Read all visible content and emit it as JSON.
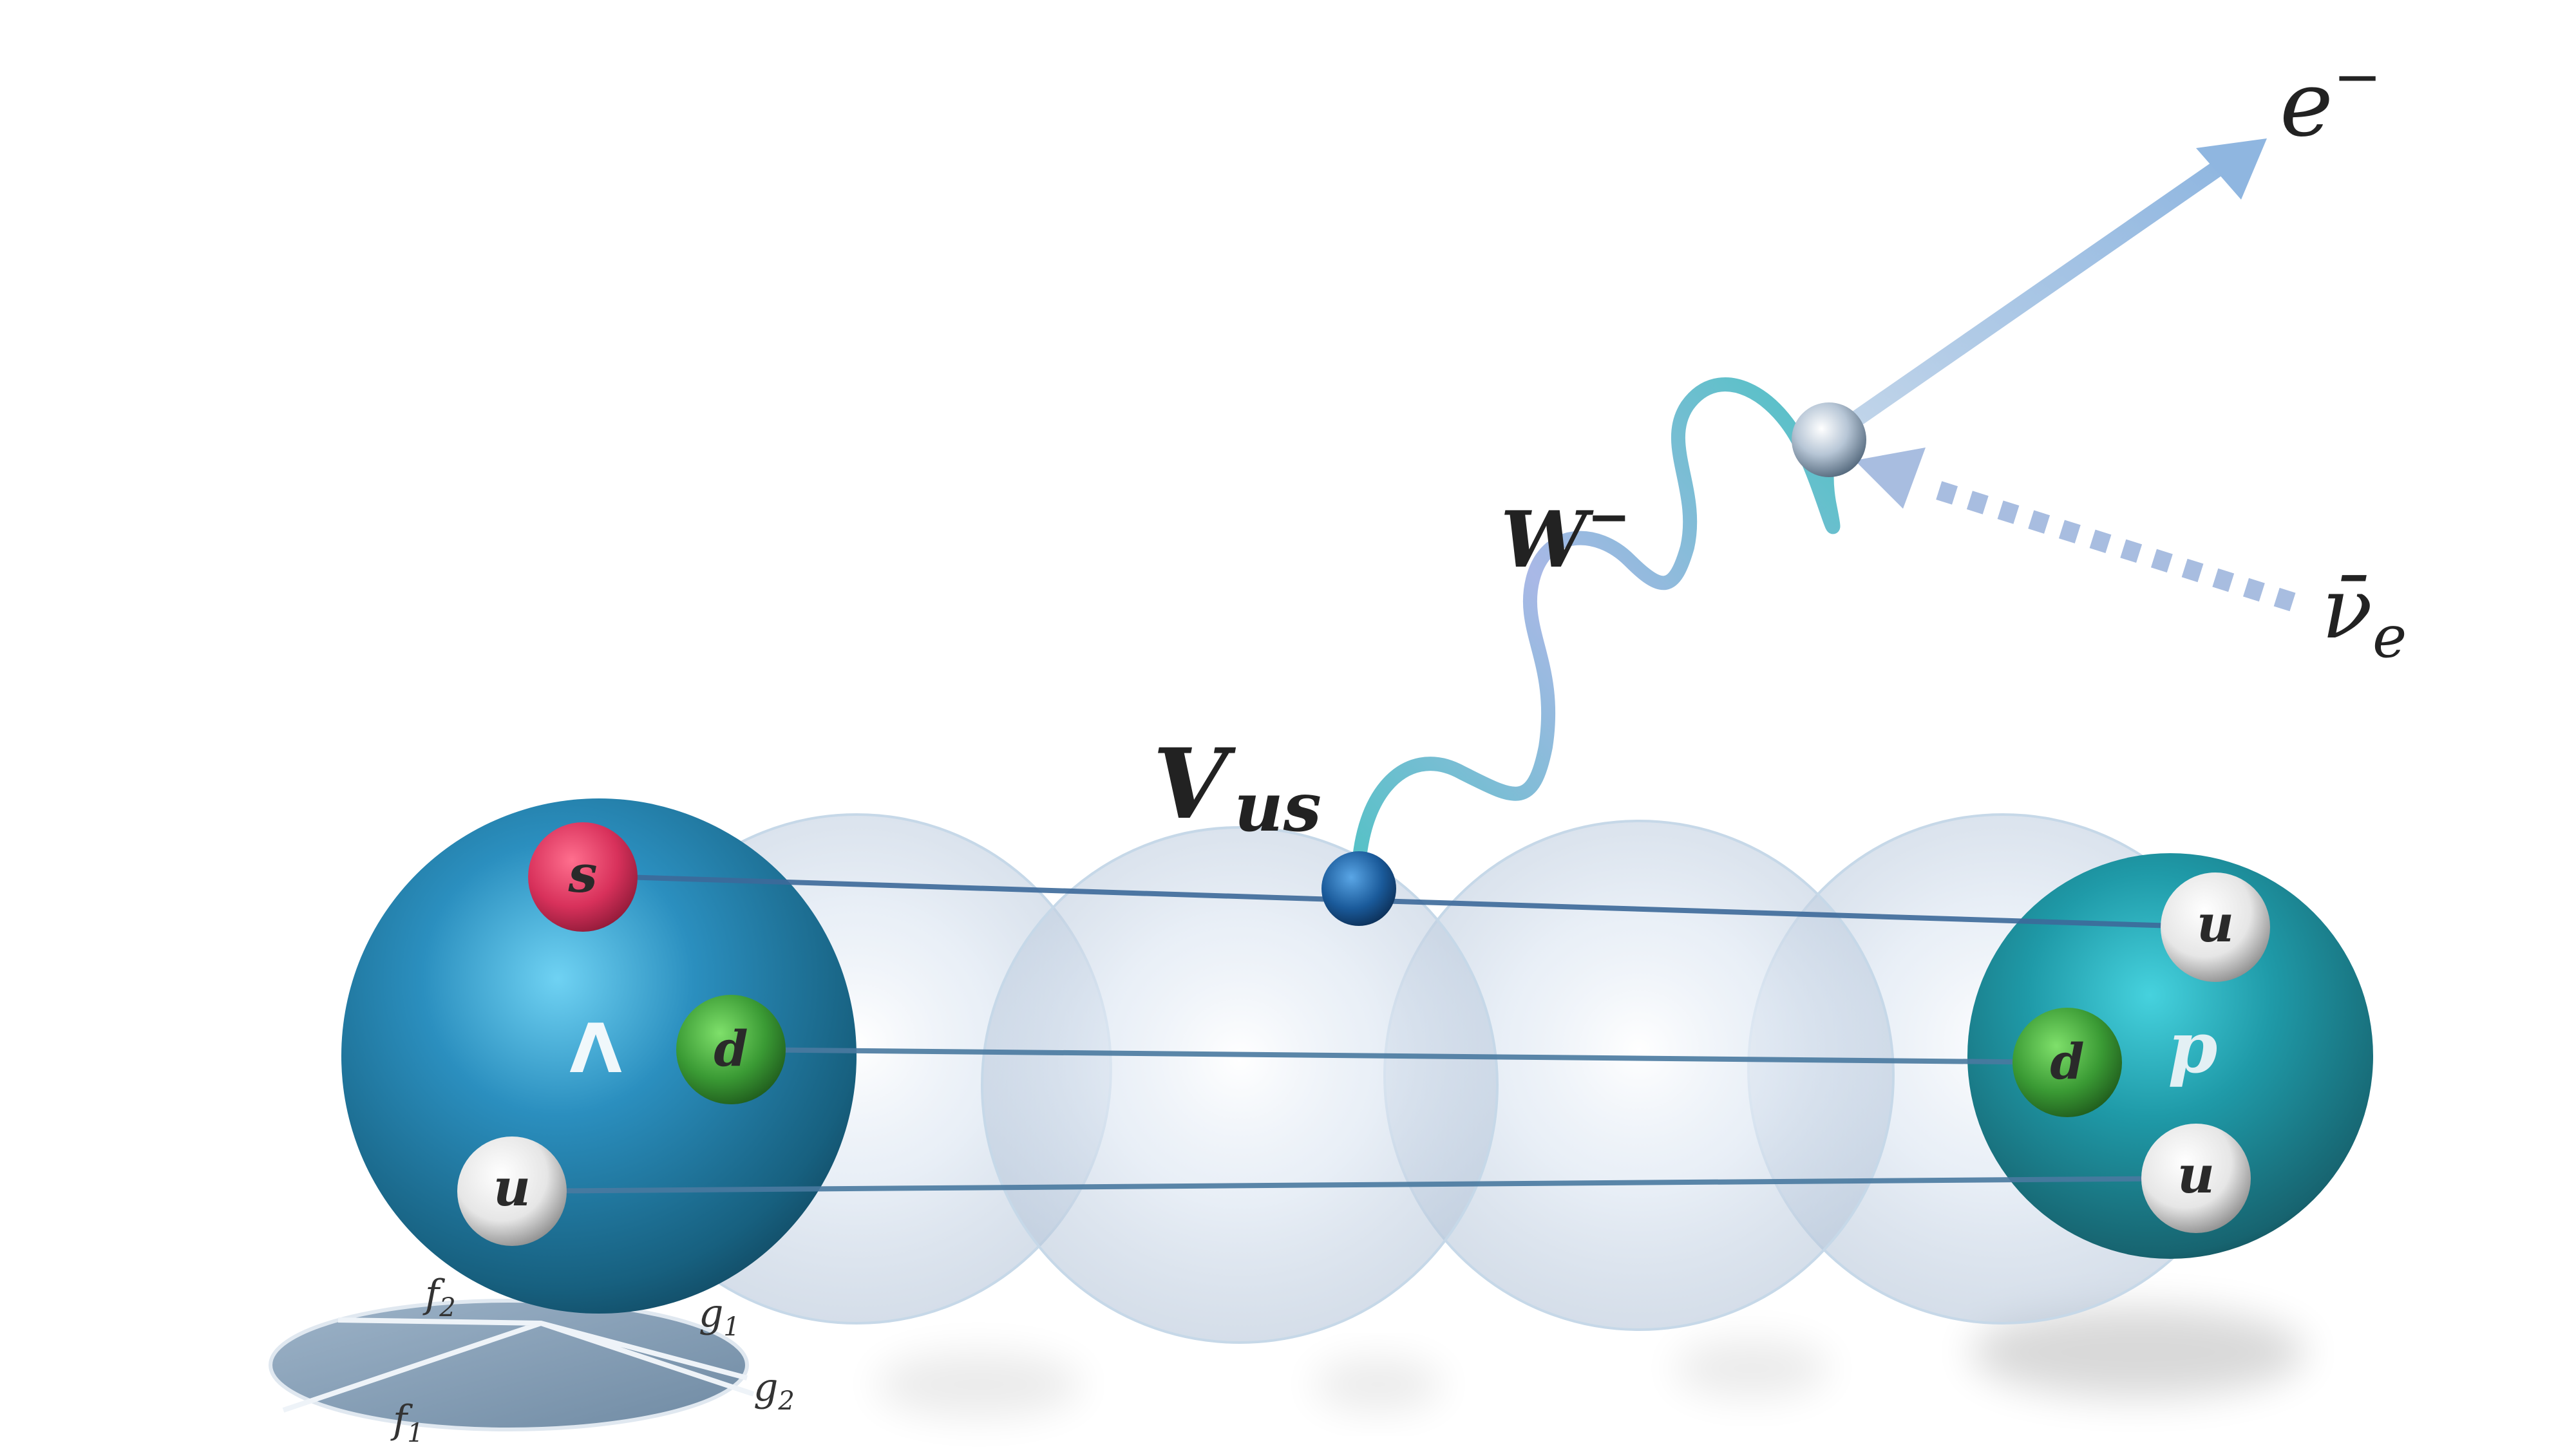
{
  "baryons": {
    "initial": {
      "symbol": "Λ"
    },
    "final": {
      "symbol": "p"
    }
  },
  "quarks": {
    "lambda": [
      {
        "flavor": "s",
        "color": "#d8315b"
      },
      {
        "flavor": "d",
        "color": "#3a9a34"
      },
      {
        "flavor": "u",
        "color": "#e6e6e6"
      }
    ],
    "proton": [
      {
        "flavor": "u",
        "color": "#e6e6e6"
      },
      {
        "flavor": "d",
        "color": "#3a9a34"
      },
      {
        "flavor": "u",
        "color": "#e6e6e6"
      }
    ]
  },
  "vertex_label": {
    "main": "V",
    "sub": "us"
  },
  "boson_label": {
    "main": "W",
    "sup": "−"
  },
  "electron_label": {
    "main": "e",
    "sup": "−"
  },
  "neutrino_label": {
    "main": "ν̄",
    "sub": "e"
  },
  "form_factors": {
    "f1": {
      "main": "f",
      "sub": "1"
    },
    "f2": {
      "main": "f",
      "sub": "2"
    },
    "g1": {
      "main": "g",
      "sub": "1"
    },
    "g2": {
      "main": "g",
      "sub": "2"
    }
  },
  "colors": {
    "lambda_sphere": "#1f6f9a",
    "proton_sphere": "#1e8f9a",
    "ghost_sphere": "#c8d6e6",
    "vertex": "#1a5a9a",
    "boson_start": "#4fc2c4",
    "boson_end": "#a9b8e6",
    "lepton_arrow": "#a9c8e6",
    "form_disk": "#8aa2b8"
  }
}
